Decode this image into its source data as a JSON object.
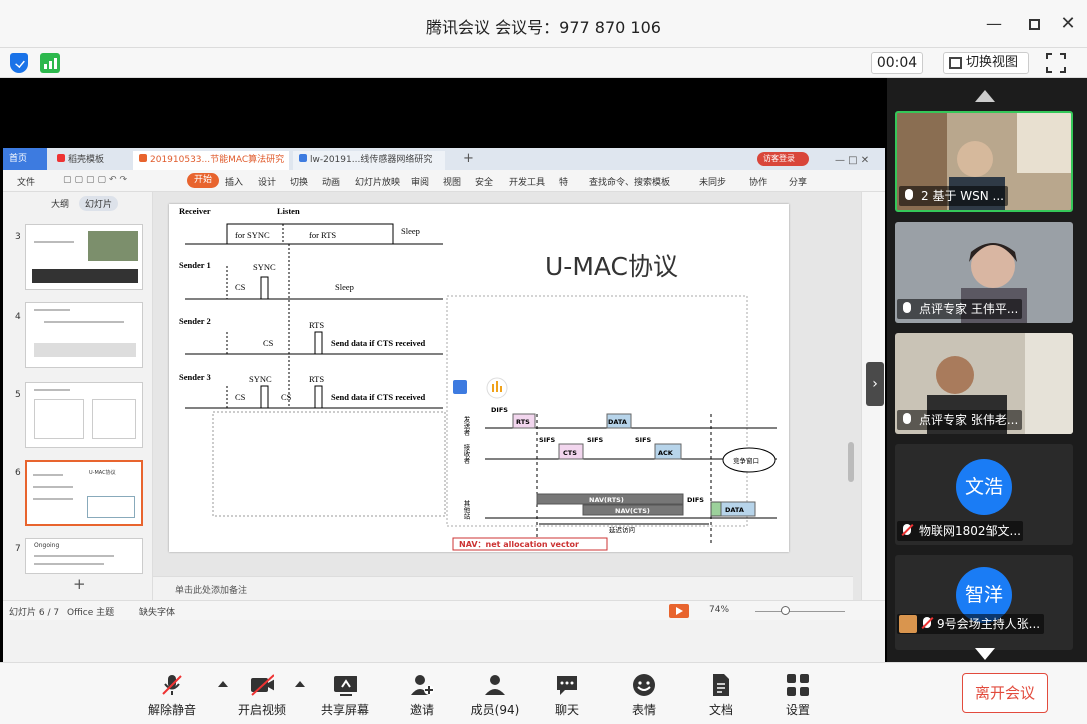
{
  "window": {
    "title": "腾讯会议 会议号：977 870 106"
  },
  "toolbar": {
    "timer": "00:04",
    "switch_view_label": "切换视图"
  },
  "wps": {
    "tabs": [
      {
        "label": "首页"
      },
      {
        "label": "稻壳模板"
      },
      {
        "label": "201910533...节能MAC算法研究"
      },
      {
        "label": "lw-20191...线传感器网络研究"
      }
    ],
    "login_label": "访客登录",
    "menu": [
      "文件",
      "开始",
      "插入",
      "设计",
      "切换",
      "动画",
      "幻灯片放映",
      "审阅",
      "视图",
      "安全",
      "开发工具",
      "特",
      "查找命令、搜索模板",
      "未同步",
      "协作",
      "分享"
    ],
    "panel_tabs": {
      "outline": "大纲",
      "slides": "幻灯片"
    },
    "thumb_numbers": [
      "3",
      "4",
      "5",
      "6",
      "7"
    ],
    "thumb7_text": "Ongoing",
    "thumb6_title": "U-MAC协议",
    "notes_placeholder": "单击此处添加备注",
    "status": {
      "slide_index": "幻灯片 6 / 7",
      "theme": "Office 主题",
      "missing_font": "缺失字体",
      "zoom": "74%"
    }
  },
  "slide": {
    "title": "U-MAC协议",
    "left_diagram": {
      "labels": {
        "receiver": "Receiver",
        "listen": "Listen",
        "for_sync": "for SYNC",
        "for_rts": "for RTS",
        "sleep1": "Sleep",
        "sender1": "Sender 1",
        "sync1": "SYNC",
        "cs1": "CS",
        "sleep2": "Sleep",
        "sender2": "Sender 2",
        "rts2": "RTS",
        "cs2": "CS",
        "send2": "Send data if CTS received",
        "sender3": "Sender 3",
        "sync3": "SYNC",
        "rts3": "RTS",
        "cs3a": "CS",
        "cs3b": "CS",
        "send3": "Send data if CTS received"
      }
    },
    "right_diagram": {
      "rows": {
        "sender": "发送者",
        "receiver": "接收者",
        "other": "其他站"
      },
      "difs1": "DIFS",
      "rts": "RTS",
      "data1": "DATA",
      "sifs1": "SIFS",
      "cts": "CTS",
      "sifs2": "SIFS",
      "sifs3": "SIFS",
      "ack": "ACK",
      "contention": "竞争窗口",
      "nav_rts": "NAV(RTS)",
      "nav_cts": "NAV(CTS)",
      "difs2": "DIFS",
      "data2": "DATA",
      "defer": "延迟访问",
      "nav_caption": "NAV：net allocation vector"
    }
  },
  "participants": [
    {
      "name": "2 基于 WSN ...",
      "avatar_text": "",
      "mic": "on"
    },
    {
      "name": "点评专家 王伟平...",
      "avatar_text": "",
      "mic": "on"
    },
    {
      "name": "点评专家 张伟老...",
      "avatar_text": "",
      "mic": "on"
    },
    {
      "name": "物联网1802邹文...",
      "avatar_text": "文浩",
      "mic": "off"
    },
    {
      "name": "9号会场主持人张...",
      "avatar_text": "智洋",
      "mic": "off"
    }
  ],
  "bottom": {
    "unmute": "解除静音",
    "start_video": "开启视频",
    "share_screen": "共享屏幕",
    "invite": "邀请",
    "members": "成员(94)",
    "chat": "聊天",
    "emoji": "表情",
    "docs": "文档",
    "settings": "设置",
    "leave": "离开会议"
  },
  "colors": {
    "accent_blue": "#1a7cf5",
    "leave_red": "#e24b3d",
    "wps_orange": "#e8642e",
    "active_speaker": "#35c759"
  }
}
